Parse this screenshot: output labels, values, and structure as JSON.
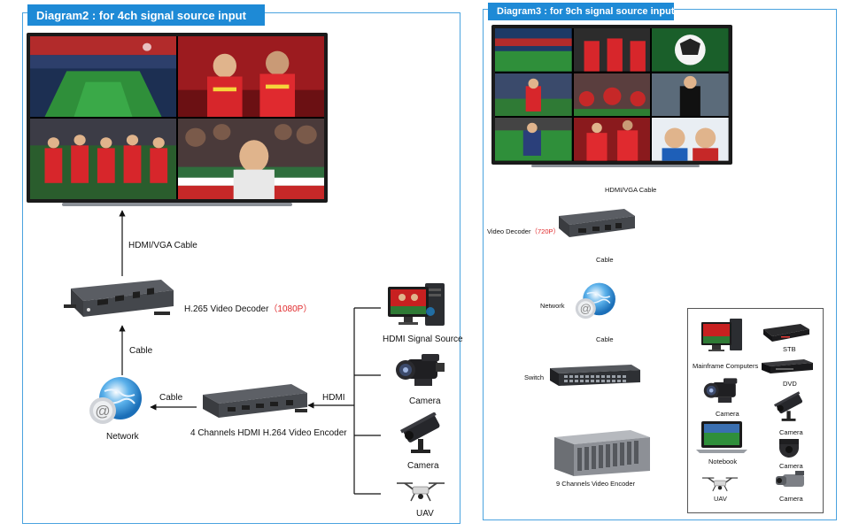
{
  "diagram2": {
    "title": "Diagram2 : for 4ch signal source input",
    "cable_top": "HDMI/VGA Cable",
    "decoder_prefix": "H.265 Video Decoder",
    "decoder_res": "（1080P）",
    "cable_mid": "Cable",
    "cable_horiz": "Cable",
    "network": "Network",
    "encoder": "4 Channels HDMI H.264 Video Encoder",
    "hdmi": "HDMI",
    "sources": [
      "HDMI Signal Source",
      "Camera",
      "Camera",
      "UAV"
    ]
  },
  "diagram3": {
    "title": "Diagram3 : for 9ch signal source input",
    "cable_top": "HDMI/VGA Cable",
    "decoder_prefix": "Video Decoder",
    "decoder_res": "（720P）",
    "cable1": "Cable",
    "network": "Network",
    "cable2": "Cable",
    "switch": "Switch",
    "encoder": "9 Channels Video Encoder",
    "sources": {
      "mainframe": "Mainframe Computers",
      "stb": "STB",
      "dvd": "DVD",
      "camera1": "Camera",
      "camera2": "Camera",
      "notebook": "Notebook",
      "camera3": "Camera",
      "uav": "UAV",
      "camera4": "Camera"
    }
  },
  "colors": {
    "accent": "#1e8ad6",
    "border": "#4aa3df",
    "highlight": "#e0282a"
  }
}
